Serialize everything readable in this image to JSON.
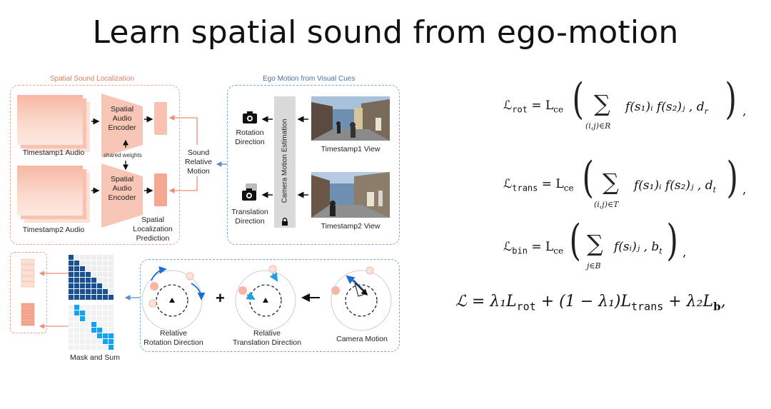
{
  "slide": {
    "title": "Learn spatial sound from ego-motion"
  },
  "diagram": {
    "spatial_section": "Spatial Sound Localization",
    "ego_section": "Ego Motion from Visual Cues",
    "timestamp1_audio": "Timestamp1 Audio",
    "timestamp2_audio": "Timestamp2 Audio",
    "encoder_line1": "Spatial",
    "encoder_line2": "Audio",
    "encoder_line3": "Encoder",
    "shared_weights": "shared weights",
    "localization_pred": [
      "Spatial",
      "Localization",
      "Prediction"
    ],
    "sound_relative_motion": [
      "Sound",
      "Relative",
      "Motion"
    ],
    "rotation_direction": [
      "Rotation",
      "Direction"
    ],
    "translation_direction": [
      "Translation",
      "Direction"
    ],
    "camera_motion_estimation": "Camera Motion Estimation",
    "timestamp1_view": "Timestamp1 View",
    "timestamp2_view": "Timestamp2 View",
    "mask_and_sum": "Mask and Sum",
    "relative_rotation": [
      "Relative",
      "Rotation Direction"
    ],
    "relative_translation": [
      "Relative",
      "Translation Direction"
    ],
    "camera_motion": "Camera Motion",
    "plus": "+"
  },
  "equations": {
    "rot": {
      "lhs": "ℒ",
      "lhs_sub": "rot",
      "eq": "= L",
      "ce": "ce",
      "sum_sub": "(i,j)∈R",
      "body": "f(s₁)ᵢ f(s₂)ⱼ , d",
      "d_sub": "r",
      "tail": ","
    },
    "trans": {
      "lhs": "ℒ",
      "lhs_sub": "trans",
      "eq": "= L",
      "ce": "ce",
      "sum_sub": "(i,j)∈T",
      "body": "f(s₁)ᵢ f(s₂)ⱼ , d",
      "d_sub": "t",
      "tail": ","
    },
    "bin": {
      "lhs": "ℒ",
      "lhs_sub": "bin",
      "eq": "= L",
      "ce": "ce",
      "sum_sub": "j∈B",
      "body": "f(sᵢ)ⱼ , b",
      "d_sub": "t",
      "tail": ","
    },
    "total": "ℒ = λ₁L",
    "total_rot": "rot",
    "total_mid": " + (1 − λ₁)L",
    "total_trans": "trans",
    "total_end": " + λ₂L",
    "total_b": "b",
    "total_tail": ","
  },
  "colors": {
    "salmon": "#f3a58f",
    "salmon_light": "#fbd9cd",
    "blue_dash": "#5b8fc9",
    "dark_blue": "#1f4e8c",
    "cyan": "#1ea0e6"
  }
}
